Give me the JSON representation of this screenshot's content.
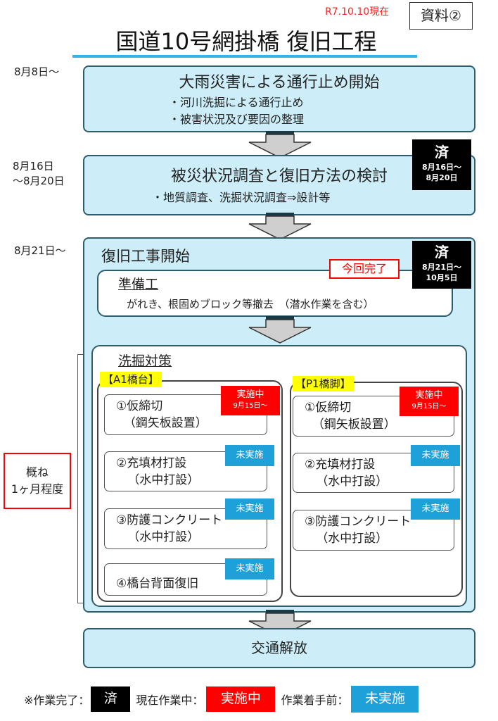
{
  "header": {
    "as_of": "R7.10.10現在",
    "doc_label": "資料②",
    "title": "国道10号網掛橋 復旧工程"
  },
  "steps": [
    {
      "date": "8月8日～",
      "title": "大雨災害による通行止め開始",
      "bullets": [
        "・河川洗掘による通行止め",
        "・被害状況及び要因の整理"
      ]
    },
    {
      "date_line1": "8月16日",
      "date_line2": "～8月20日",
      "title": "被災状況調査と復旧方法の検討",
      "bullets": [
        "・地質調査、洗掘状況調査⇒設計等"
      ],
      "badge": {
        "label": "済",
        "period_line1": "8月16日～",
        "period_line2": "8月20日"
      }
    },
    {
      "date": "8月21日～",
      "title": "復旧工事開始",
      "badge": {
        "label": "済",
        "period_line1": "8月21日～",
        "period_line2": "10月5日"
      },
      "note": "今回完了",
      "prep": {
        "title": "準備工",
        "desc": "がれき、根固めブロック等撤去　（潜水作業を含む）"
      },
      "scour": {
        "title": "洗掘対策",
        "duration_line1": "概ね",
        "duration_line2": "1ヶ月程度",
        "groups": [
          {
            "label": "【A1橋台】",
            "items": [
              {
                "line1": "①仮締切",
                "line2": "（鋼矢板設置）",
                "status": "実施中",
                "status_date": "9月15日～"
              },
              {
                "line1": "②充填材打設",
                "line2": "（水中打設）",
                "status": "未実施"
              },
              {
                "line1": "③防護コンクリート",
                "line2": "（水中打設）",
                "status": "未実施"
              },
              {
                "line1": "④橋台背面復旧",
                "line2": "",
                "status": "未実施"
              }
            ]
          },
          {
            "label": "【P1橋脚】",
            "items": [
              {
                "line1": "①仮締切",
                "line2": "（鋼矢板設置）",
                "status": "実施中",
                "status_date": "9月15日～"
              },
              {
                "line1": "②充填材打設",
                "line2": "（水中打設）",
                "status": "未実施"
              },
              {
                "line1": "③防護コンクリート",
                "line2": "（水中打設）",
                "status": "未実施"
              }
            ]
          }
        ]
      }
    },
    {
      "title": "交通解放"
    }
  ],
  "legend": {
    "done_label": "※作業完了：",
    "done": "済",
    "inprogress_label": "現在作業中：",
    "inprogress": "実施中",
    "notstarted_label": "作業着手前：",
    "notstarted": "未実施"
  },
  "colors": {
    "box_fill": "#cdeef8",
    "done": "#000000",
    "in_progress": "#ff0000",
    "not_started": "#1ea0d8",
    "highlight": "#ffff00"
  }
}
